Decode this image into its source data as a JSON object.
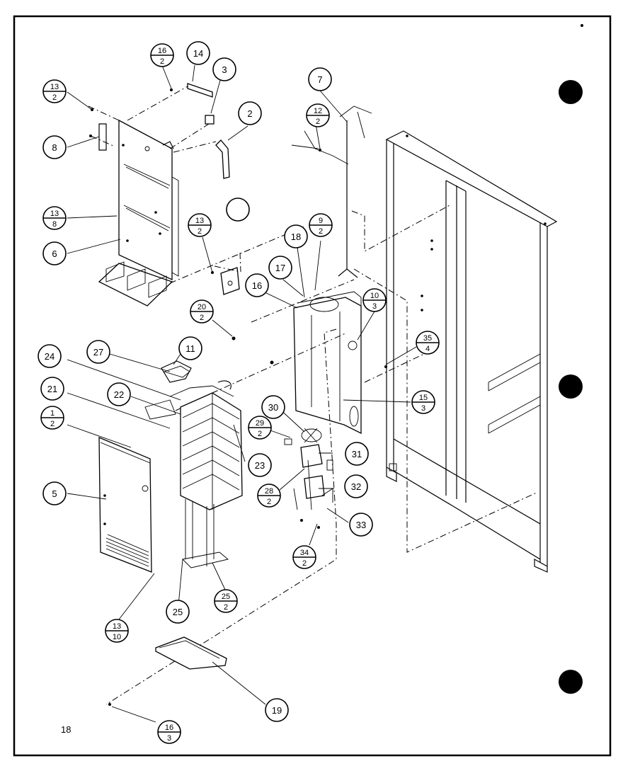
{
  "page_number": "18",
  "callouts": [
    {
      "id": "c-13-2-a",
      "num": "13",
      "den": "2"
    },
    {
      "id": "c-8",
      "num": "8"
    },
    {
      "id": "c-13-8",
      "num": "13",
      "den": "8"
    },
    {
      "id": "c-6",
      "num": "6"
    },
    {
      "id": "c-16-2",
      "num": "16",
      "den": "2"
    },
    {
      "id": "c-14",
      "num": "14"
    },
    {
      "id": "c-3",
      "num": "3"
    },
    {
      "id": "c-2",
      "num": "2"
    },
    {
      "id": "c-blank",
      "num": ""
    },
    {
      "id": "c-13-2-b",
      "num": "13",
      "den": "2"
    },
    {
      "id": "c-7",
      "num": "7"
    },
    {
      "id": "c-12-2",
      "num": "12",
      "den": "2"
    },
    {
      "id": "c-18",
      "num": "18"
    },
    {
      "id": "c-9-2",
      "num": "9",
      "den": "2"
    },
    {
      "id": "c-17",
      "num": "17"
    },
    {
      "id": "c-16",
      "num": "16"
    },
    {
      "id": "c-20-2",
      "num": "20",
      "den": "2"
    },
    {
      "id": "c-10-3",
      "num": "10",
      "den": "3"
    },
    {
      "id": "c-35-4",
      "num": "35",
      "den": "4"
    },
    {
      "id": "c-15-3",
      "num": "15",
      "den": "3"
    },
    {
      "id": "c-24",
      "num": "24"
    },
    {
      "id": "c-27",
      "num": "27"
    },
    {
      "id": "c-11",
      "num": "11"
    },
    {
      "id": "c-21",
      "num": "21"
    },
    {
      "id": "c-22",
      "num": "22"
    },
    {
      "id": "c-1-2",
      "num": "1",
      "den": "2"
    },
    {
      "id": "c-23",
      "num": "23"
    },
    {
      "id": "c-30",
      "num": "30"
    },
    {
      "id": "c-29-2",
      "num": "29",
      "den": "2"
    },
    {
      "id": "c-31",
      "num": "31"
    },
    {
      "id": "c-28-2",
      "num": "28",
      "den": "2"
    },
    {
      "id": "c-32",
      "num": "32"
    },
    {
      "id": "c-33",
      "num": "33"
    },
    {
      "id": "c-34-2",
      "num": "34",
      "den": "2"
    },
    {
      "id": "c-5",
      "num": "5"
    },
    {
      "id": "c-25",
      "num": "25"
    },
    {
      "id": "c-25-2",
      "num": "25",
      "den": "2"
    },
    {
      "id": "c-13-10",
      "num": "13",
      "den": "10"
    },
    {
      "id": "c-19",
      "num": "19"
    },
    {
      "id": "c-16-3",
      "num": "16",
      "den": "3"
    }
  ]
}
